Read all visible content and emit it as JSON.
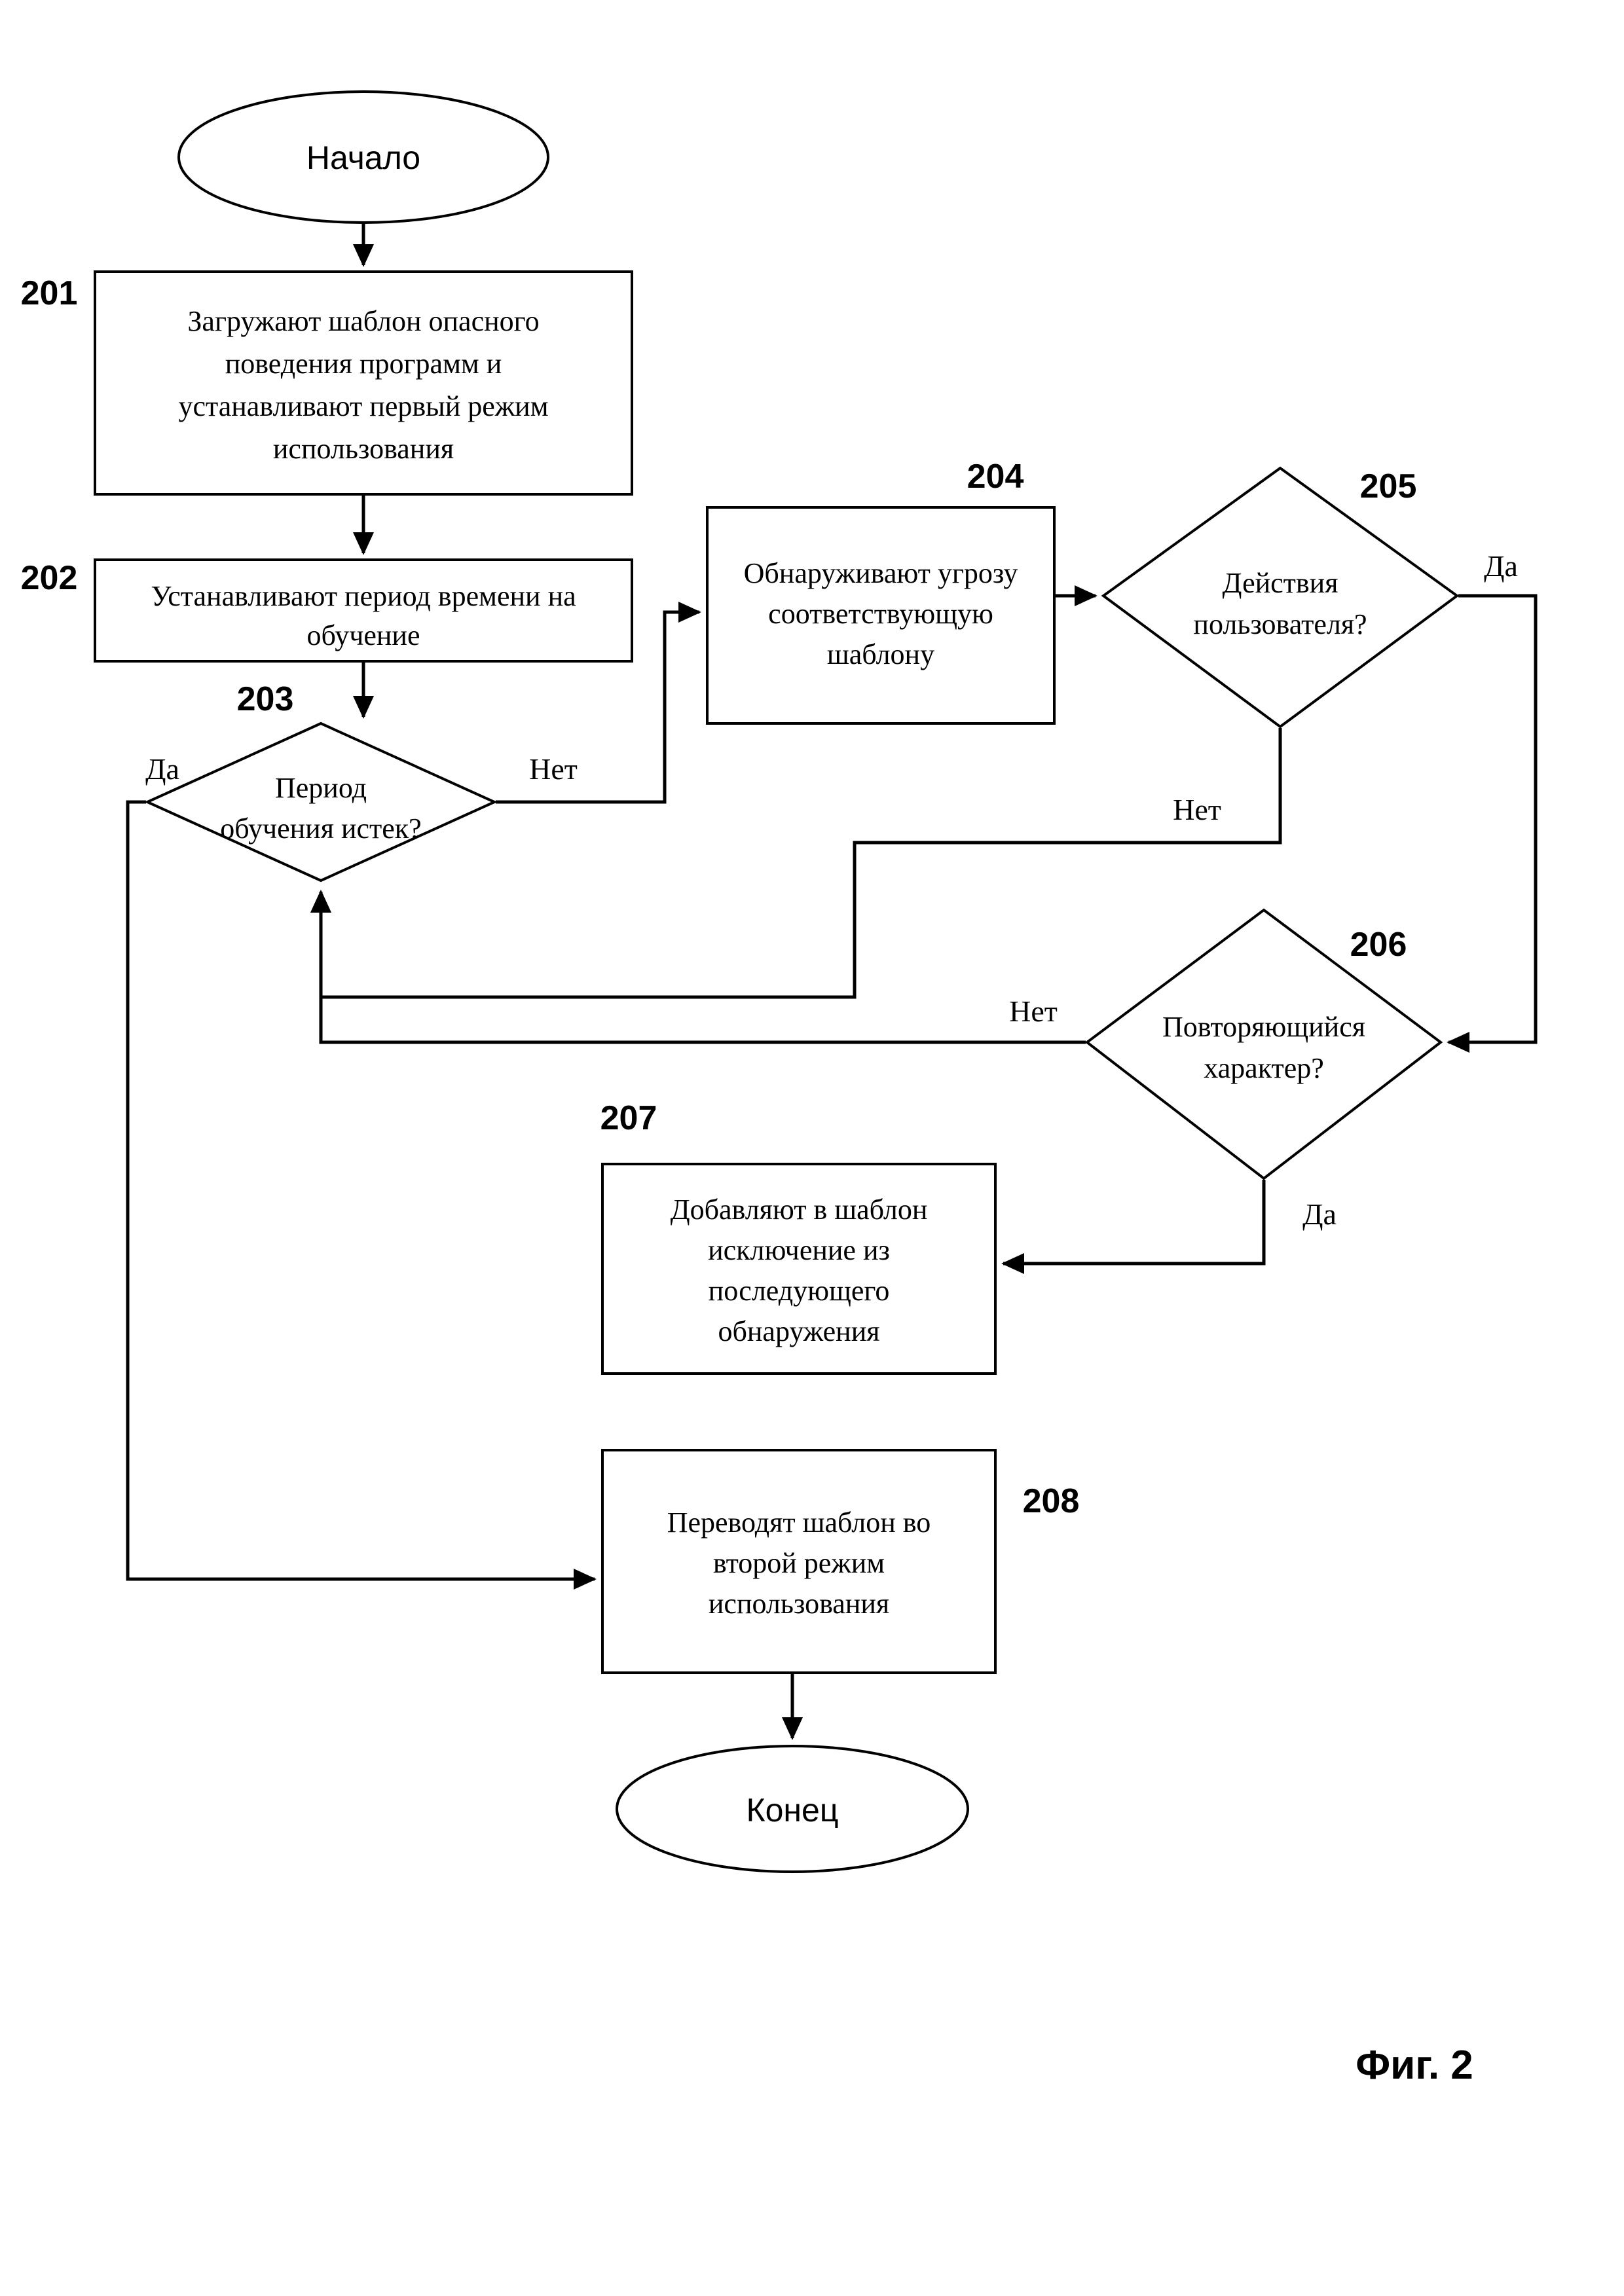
{
  "figure": {
    "caption": "Фиг. 2",
    "type": "flowchart",
    "language": "ru"
  },
  "nodes": [
    {
      "id": "start",
      "ref": "",
      "shape": "ellipse",
      "lines": [
        "Начало"
      ]
    },
    {
      "id": "n201",
      "ref": "201",
      "shape": "process",
      "lines": [
        "Загружают шаблон опасного",
        "поведения программ и",
        "устанавливают первый режим",
        "использования"
      ]
    },
    {
      "id": "n202",
      "ref": "202",
      "shape": "process",
      "lines": [
        "Устанавливают период времени на",
        "обучение"
      ]
    },
    {
      "id": "n203",
      "ref": "203",
      "shape": "decision",
      "lines": [
        "Период",
        "обучения истек?"
      ]
    },
    {
      "id": "n204",
      "ref": "204",
      "shape": "process",
      "lines": [
        "Обнаруживают угрозу",
        "соответствующую",
        "шаблону"
      ]
    },
    {
      "id": "n205",
      "ref": "205",
      "shape": "decision",
      "lines": [
        "Действия",
        "пользователя?"
      ]
    },
    {
      "id": "n206",
      "ref": "206",
      "shape": "decision",
      "lines": [
        "Повторяющийся",
        "характер?"
      ]
    },
    {
      "id": "n207",
      "ref": "207",
      "shape": "process",
      "lines": [
        "Добавляют в шаблон",
        "исключение из",
        "последующего",
        "обнаружения"
      ]
    },
    {
      "id": "n208",
      "ref": "208",
      "shape": "process",
      "lines": [
        "Переводят шаблон во",
        "второй режим",
        "использования"
      ]
    },
    {
      "id": "end",
      "ref": "",
      "shape": "ellipse",
      "lines": [
        "Конец"
      ]
    }
  ],
  "edges": [
    {
      "id": "e_start_201",
      "from": "start",
      "to": "n201",
      "label": ""
    },
    {
      "id": "e_201_202",
      "from": "n201",
      "to": "n202",
      "label": ""
    },
    {
      "id": "e_202_203",
      "from": "n202",
      "to": "n203",
      "label": ""
    },
    {
      "id": "e_203_204",
      "from": "n203",
      "to": "n204",
      "label": "Нет"
    },
    {
      "id": "e_203_208",
      "from": "n203",
      "to": "n208",
      "label": "Да"
    },
    {
      "id": "e_204_205",
      "from": "n204",
      "to": "n205",
      "label": ""
    },
    {
      "id": "e_205_206",
      "from": "n205",
      "to": "n206",
      "label": "Да"
    },
    {
      "id": "e_205_203",
      "from": "n205",
      "to": "n203",
      "label": "Нет"
    },
    {
      "id": "e_206_207",
      "from": "n206",
      "to": "n207",
      "label": "Да"
    },
    {
      "id": "e_206_203",
      "from": "n206",
      "to": "n203",
      "label": "Нет"
    },
    {
      "id": "e_208_end",
      "from": "n208",
      "to": "end",
      "label": ""
    }
  ],
  "labels": {
    "yes": "Да",
    "no": "Нет",
    "ref_201": "201",
    "ref_202": "202",
    "ref_203": "203",
    "ref_204": "204",
    "ref_205": "205",
    "ref_206": "206",
    "ref_207": "207",
    "ref_208": "208"
  },
  "colors": {
    "stroke": "#000000",
    "fill": "#ffffff",
    "text": "#000000"
  }
}
